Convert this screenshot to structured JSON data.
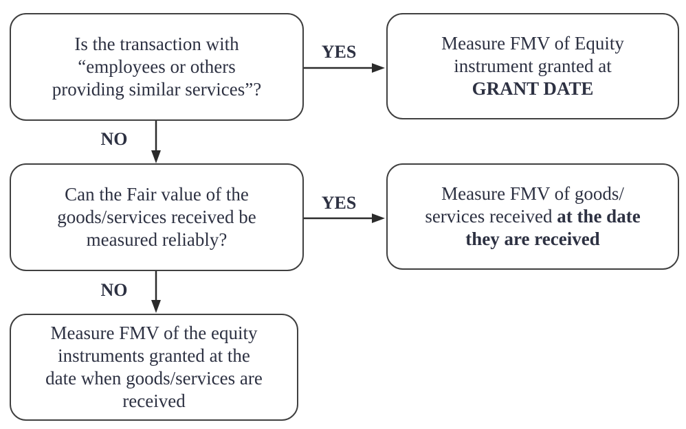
{
  "colors": {
    "background": "#ffffff",
    "box_border": "#3f3f3f",
    "text": "#2d3142",
    "arrow": "#2b2b2b"
  },
  "flowchart": {
    "nodes": {
      "q1": {
        "lines": [
          "Is the transaction with",
          "“employees or others",
          "providing similar services”?"
        ]
      },
      "a1": {
        "line1": "Measure FMV of Equity",
        "line2": "instrument granted at",
        "line3_bold": "GRANT DATE"
      },
      "q2": {
        "lines": [
          "Can the Fair value of the",
          "goods/services received be",
          "measured reliably?"
        ]
      },
      "a2": {
        "line1": "Measure FMV of goods/",
        "line2_regular": "services received ",
        "line2_bold": "at the date",
        "line3_bold": "they are received"
      },
      "a3": {
        "lines": [
          "Measure FMV of the equity",
          "instruments granted at the",
          "date when goods/services are",
          "received"
        ]
      }
    },
    "edges": [
      {
        "from": "q1",
        "to": "a1",
        "label": "YES"
      },
      {
        "from": "q1",
        "to": "q2",
        "label": "NO"
      },
      {
        "from": "q2",
        "to": "a2",
        "label": "YES"
      },
      {
        "from": "q2",
        "to": "a3",
        "label": "NO"
      }
    ]
  }
}
